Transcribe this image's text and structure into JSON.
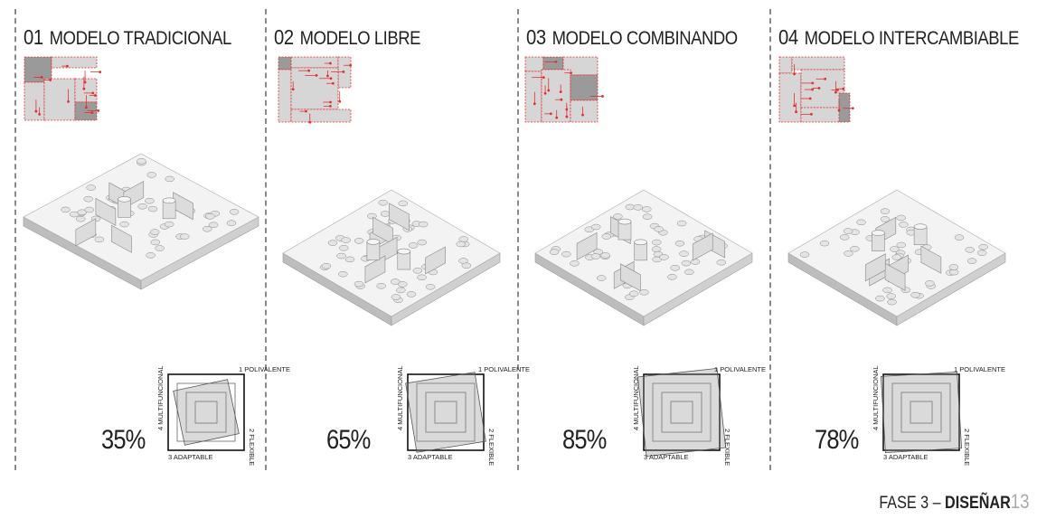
{
  "models": [
    {
      "num": "01",
      "name": "MODELO TRADICIONAL",
      "percent": "35%",
      "score": 0.35
    },
    {
      "num": "02",
      "name": "MODELO  LIBRE",
      "percent": "65%",
      "score": 0.65
    },
    {
      "num": "03",
      "name": "MODELO COMBINANDO",
      "percent": "85%",
      "score": 0.85
    },
    {
      "num": "04",
      "name": "MODELO INTERCAMBIABLE",
      "percent": "78%",
      "score": 0.78
    }
  ],
  "radar_axes": {
    "a1": "1 POLIVALENTE",
    "a2": "2 FLEXIBLE",
    "a3": "3 ADAPTABLE",
    "a4": "4 MULTIFUNCIONAL"
  },
  "footer": {
    "phase": "FASE 3 – ",
    "bold": "DISEÑAR",
    "page": "13"
  },
  "colors": {
    "accent": "#e23030",
    "plan_fill": "#d6d6d6",
    "dark_fill": "#9a9a9a",
    "divider": "#8a8a8a"
  }
}
